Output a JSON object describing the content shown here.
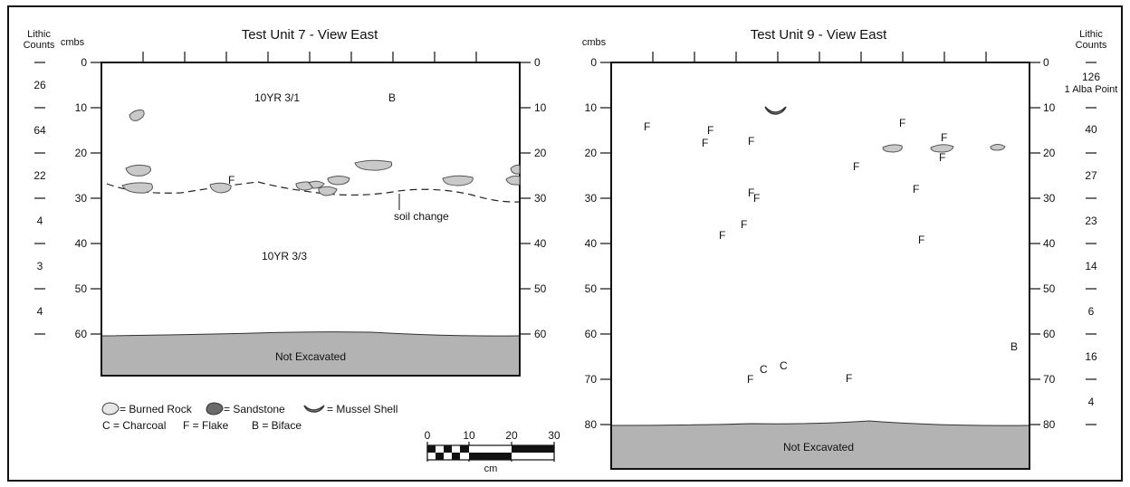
{
  "left_panel": {
    "title": "Test Unit 7 - View East",
    "depth_label": "cmbs",
    "counts_header": [
      "Lithic",
      "Counts"
    ],
    "depth_ticks": [
      "0",
      "10",
      "20",
      "30",
      "40",
      "50",
      "60"
    ],
    "lithic_counts": [
      "26",
      "64",
      "22",
      "4",
      "3",
      "4"
    ],
    "soil_upper": "10YR 3/1",
    "soil_lower": "10YR 3/3",
    "soil_change": "soil change",
    "not_excavated": "Not Excavated",
    "artifacts": [
      {
        "symbol": "B",
        "depth": 8
      },
      {
        "symbol": "F",
        "depth": 26
      }
    ]
  },
  "right_panel": {
    "title": "Test Unit 9 - View East",
    "depth_label": "cmbs",
    "counts_header": [
      "Lithic",
      "Counts"
    ],
    "depth_ticks": [
      "0",
      "10",
      "20",
      "30",
      "40",
      "50",
      "60",
      "70",
      "80"
    ],
    "lithic_counts": [
      "126",
      "40",
      "27",
      "23",
      "14",
      "6",
      "16",
      "4"
    ],
    "alba_point": "1 Alba Point",
    "not_excavated": "Not Excavated",
    "artifacts": [
      {
        "symbol": "F",
        "depth": 14
      },
      {
        "symbol": "F",
        "depth": 15
      },
      {
        "symbol": "F",
        "depth": 18
      },
      {
        "symbol": "F",
        "depth": 17
      },
      {
        "symbol": "F",
        "depth": 13
      },
      {
        "symbol": "F",
        "depth": 16
      },
      {
        "symbol": "F",
        "depth": 19
      },
      {
        "symbol": "F",
        "depth": 23
      },
      {
        "symbol": "F",
        "depth": 28
      },
      {
        "symbol": "F",
        "depth": 29
      },
      {
        "symbol": "F",
        "depth": 30
      },
      {
        "symbol": "F",
        "depth": 36
      },
      {
        "symbol": "F",
        "depth": 38
      },
      {
        "symbol": "F",
        "depth": 39
      },
      {
        "symbol": "B",
        "depth": 63
      },
      {
        "symbol": "C",
        "depth": 67
      },
      {
        "symbol": "C",
        "depth": 68
      },
      {
        "symbol": "F",
        "depth": 70
      },
      {
        "symbol": "F",
        "depth": 70
      }
    ]
  },
  "legend": {
    "burned_rock": "= Burned Rock",
    "sandstone": "= Sandstone",
    "mussel_shell": "= Mussel Shell",
    "charcoal": "C = Charcoal",
    "flake": "F = Flake",
    "biface": "B = Biface"
  },
  "scale_bar": {
    "ticks": [
      "0",
      "10",
      "20",
      "30"
    ],
    "unit": "cm"
  },
  "colors": {
    "rock_fill": "#c9c9c9",
    "not_excavated_fill": "#b3b3b3",
    "line": "#111111"
  }
}
